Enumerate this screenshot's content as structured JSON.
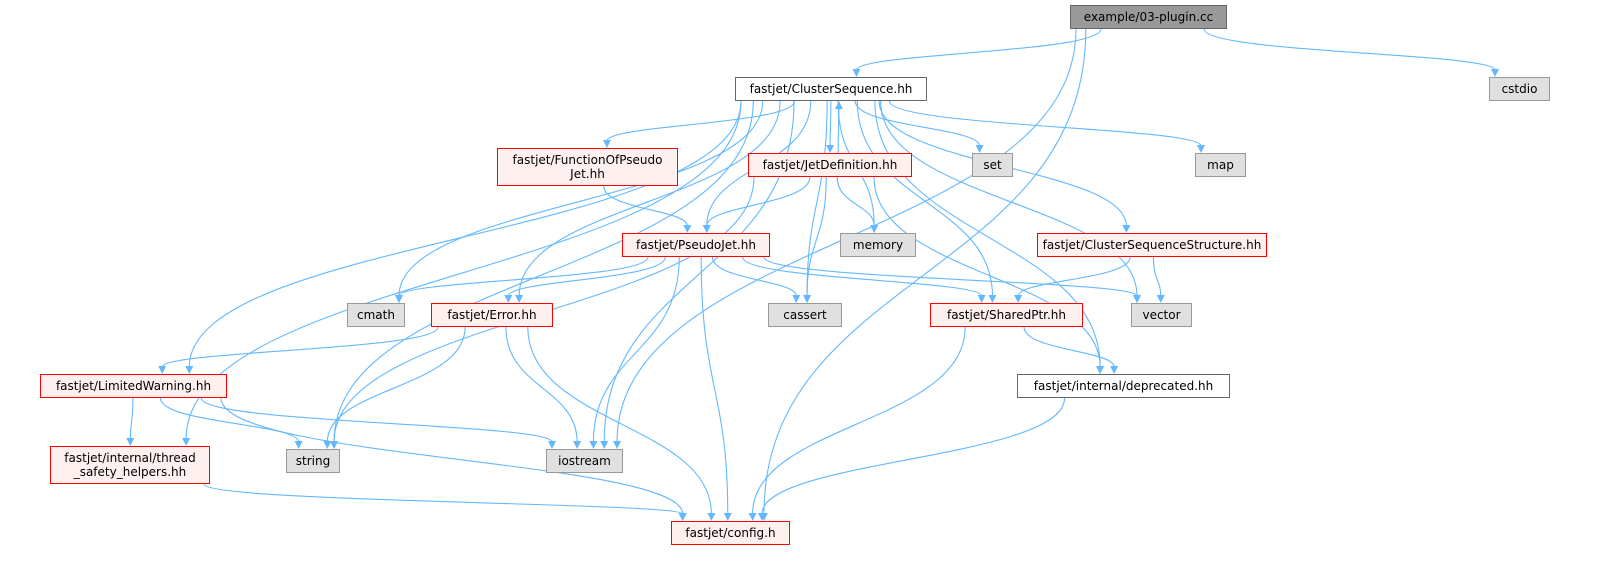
{
  "colors": {
    "edge": "#63b8ff",
    "red_border": "#ff0000",
    "red_fill": "#fff0f0",
    "sys_fill": "#e0e0e0",
    "root_fill": "#999999"
  },
  "nodes": {
    "plugin": {
      "label": "example/03-plugin.cc",
      "kind": "root"
    },
    "clusterseq": {
      "label": "fastjet/ClusterSequence.hh",
      "kind": "plain"
    },
    "cstdio": {
      "label": "cstdio",
      "kind": "sys"
    },
    "funcpj": {
      "label": "fastjet/FunctionOfPseudo\nJet.hh",
      "kind": "red"
    },
    "jetdef": {
      "label": "fastjet/JetDefinition.hh",
      "kind": "red"
    },
    "set": {
      "label": "set",
      "kind": "sys"
    },
    "map": {
      "label": "map",
      "kind": "sys"
    },
    "pseudojet": {
      "label": "fastjet/PseudoJet.hh",
      "kind": "red"
    },
    "memory": {
      "label": "memory",
      "kind": "sys"
    },
    "csstruct": {
      "label": "fastjet/ClusterSequenceStructure.hh",
      "kind": "red"
    },
    "cmath": {
      "label": "cmath",
      "kind": "sys"
    },
    "error": {
      "label": "fastjet/Error.hh",
      "kind": "red"
    },
    "cassert": {
      "label": "cassert",
      "kind": "sys"
    },
    "sharedptr": {
      "label": "fastjet/SharedPtr.hh",
      "kind": "red"
    },
    "vector": {
      "label": "vector",
      "kind": "sys"
    },
    "limwarn": {
      "label": "fastjet/LimitedWarning.hh",
      "kind": "red"
    },
    "deprecated": {
      "label": "fastjet/internal/deprecated.hh",
      "kind": "plain"
    },
    "threadsafe": {
      "label": "fastjet/internal/thread\n_safety_helpers.hh",
      "kind": "red"
    },
    "string": {
      "label": "string",
      "kind": "sys"
    },
    "iostream": {
      "label": "iostream",
      "kind": "sys"
    },
    "config": {
      "label": "fastjet/config.h",
      "kind": "red"
    }
  },
  "edges": [
    [
      "plugin",
      "clusterseq"
    ],
    [
      "plugin",
      "cstdio"
    ],
    [
      "plugin",
      "iostream"
    ],
    [
      "plugin",
      "config"
    ],
    [
      "clusterseq",
      "funcpj"
    ],
    [
      "clusterseq",
      "jetdef"
    ],
    [
      "clusterseq",
      "set"
    ],
    [
      "clusterseq",
      "map"
    ],
    [
      "clusterseq",
      "pseudojet"
    ],
    [
      "clusterseq",
      "memory"
    ],
    [
      "clusterseq",
      "csstruct"
    ],
    [
      "clusterseq",
      "cmath"
    ],
    [
      "clusterseq",
      "error"
    ],
    [
      "clusterseq",
      "cassert"
    ],
    [
      "clusterseq",
      "sharedptr"
    ],
    [
      "clusterseq",
      "vector"
    ],
    [
      "clusterseq",
      "limwarn"
    ],
    [
      "clusterseq",
      "deprecated"
    ],
    [
      "clusterseq",
      "threadsafe"
    ],
    [
      "clusterseq",
      "string"
    ],
    [
      "clusterseq",
      "iostream"
    ],
    [
      "jetdef",
      "clusterseq"
    ],
    [
      "jetdef",
      "pseudojet"
    ],
    [
      "jetdef",
      "memory"
    ],
    [
      "jetdef",
      "cassert"
    ],
    [
      "jetdef",
      "string"
    ],
    [
      "jetdef",
      "deprecated"
    ],
    [
      "funcpj",
      "pseudojet"
    ],
    [
      "pseudojet",
      "cmath"
    ],
    [
      "pseudojet",
      "error"
    ],
    [
      "pseudojet",
      "cassert"
    ],
    [
      "pseudojet",
      "sharedptr"
    ],
    [
      "pseudojet",
      "vector"
    ],
    [
      "pseudojet",
      "iostream"
    ],
    [
      "pseudojet",
      "config"
    ],
    [
      "csstruct",
      "sharedptr"
    ],
    [
      "csstruct",
      "vector"
    ],
    [
      "error",
      "limwarn"
    ],
    [
      "error",
      "string"
    ],
    [
      "error",
      "iostream"
    ],
    [
      "error",
      "config"
    ],
    [
      "sharedptr",
      "deprecated"
    ],
    [
      "sharedptr",
      "config"
    ],
    [
      "limwarn",
      "threadsafe"
    ],
    [
      "limwarn",
      "string"
    ],
    [
      "limwarn",
      "iostream"
    ],
    [
      "limwarn",
      "config"
    ],
    [
      "deprecated",
      "config"
    ],
    [
      "threadsafe",
      "config"
    ]
  ]
}
